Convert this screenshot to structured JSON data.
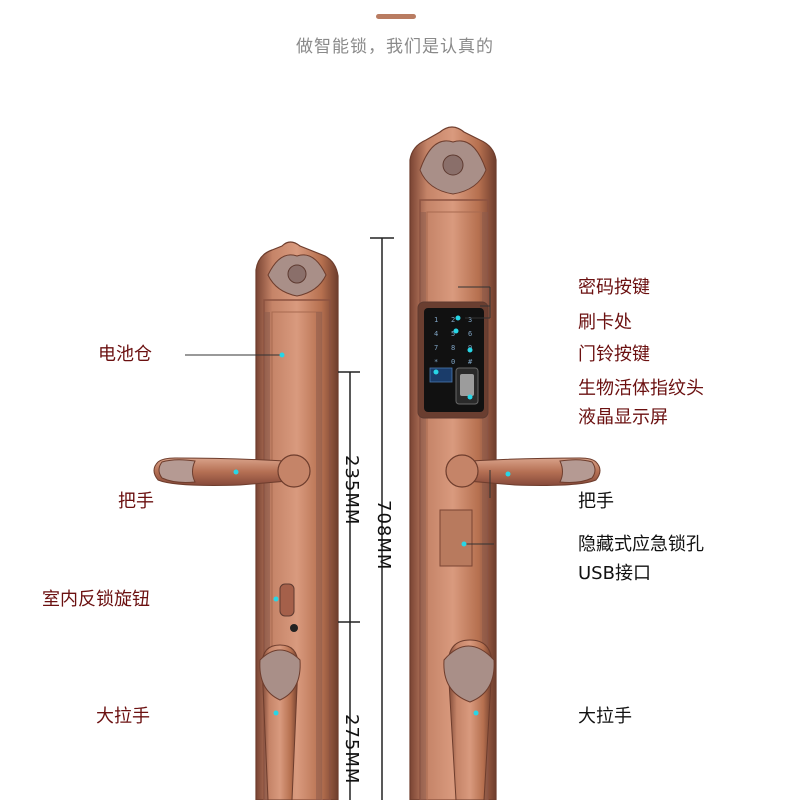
{
  "tagline": "做智能锁，我们是认真的",
  "left_labels": {
    "battery": "电池仓",
    "handle": "把手",
    "knob": "室内反锁旋钮",
    "pull": "大拉手"
  },
  "right_labels": {
    "keypad": "密码按键",
    "card": "刷卡处",
    "bell": "门铃按键",
    "finger": "生物活体指纹头",
    "lcd": "液晶显示屏",
    "handle": "把手",
    "keyhole": "隐藏式应急锁孔",
    "usb": "USB接口",
    "pull": "大拉手"
  },
  "dimensions": {
    "d1": "235MM",
    "d2": "275MM",
    "d3": "708MM"
  },
  "colors": {
    "accent": "#b97c62",
    "label_dark_red": "#6b1010",
    "copper": "#b5704f",
    "copper_dark": "#7a4433",
    "leader_cyan": "#27d6e6"
  }
}
